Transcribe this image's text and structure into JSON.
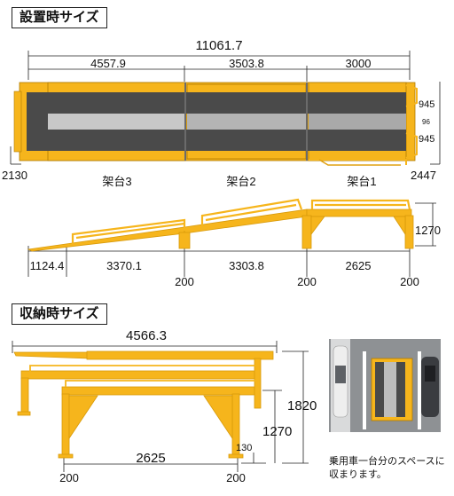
{
  "install": {
    "title": "設置時サイズ",
    "total_length": "11061.7",
    "segments": [
      "4557.9",
      "3503.8",
      "3000"
    ],
    "widths": [
      "945",
      "96",
      "945"
    ],
    "end_left": "2130",
    "end_right": "2447",
    "stands": [
      "架台3",
      "架台2",
      "架台1"
    ],
    "side_height": "1270",
    "side_segments": [
      "1124.4",
      "3370.1",
      "3303.8",
      "2625"
    ],
    "feet": [
      "200",
      "200",
      "200"
    ]
  },
  "storage": {
    "title": "収納時サイズ",
    "total_length": "4566.3",
    "height_total": "1820",
    "height_base": "1270",
    "small_gap": "130",
    "base_length": "2625",
    "feet": [
      "200",
      "200"
    ],
    "caption_lines": [
      "乗用車一台分のスペースに",
      "収まります。"
    ]
  },
  "colors": {
    "yellow": "#f6b51c",
    "dark_track": "#4a4a4a",
    "light_track": "#b4b4b4"
  }
}
